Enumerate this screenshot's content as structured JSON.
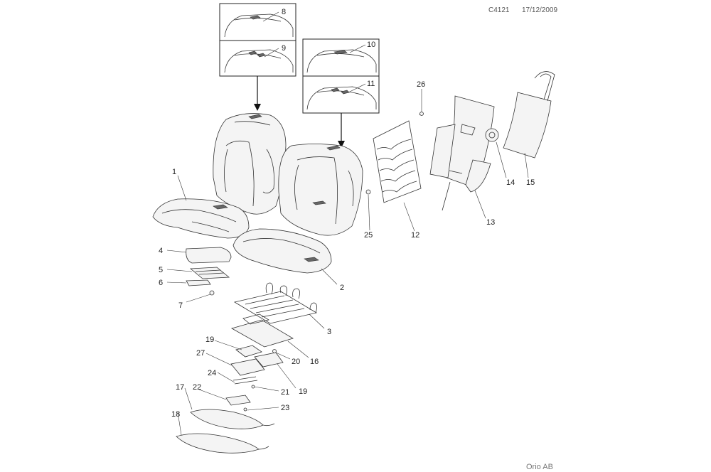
{
  "header": {
    "drawing_id": "C4121",
    "date": "17/12/2009"
  },
  "footer": {
    "brand": "Orio AB"
  },
  "callouts": {
    "c1": "1",
    "c2": "2",
    "c3": "3",
    "c4": "4",
    "c5": "5",
    "c6": "6",
    "c7": "7",
    "c8": "8",
    "c9": "9",
    "c10": "10",
    "c11": "11",
    "c12": "12",
    "c13": "13",
    "c14": "14",
    "c15": "15",
    "c16": "16",
    "c17": "17",
    "c18": "18",
    "c19a": "19",
    "c19b": "19",
    "c20": "20",
    "c21": "21",
    "c22": "22",
    "c23": "23",
    "c24": "24",
    "c25": "25",
    "c26": "26",
    "c27": "27"
  }
}
